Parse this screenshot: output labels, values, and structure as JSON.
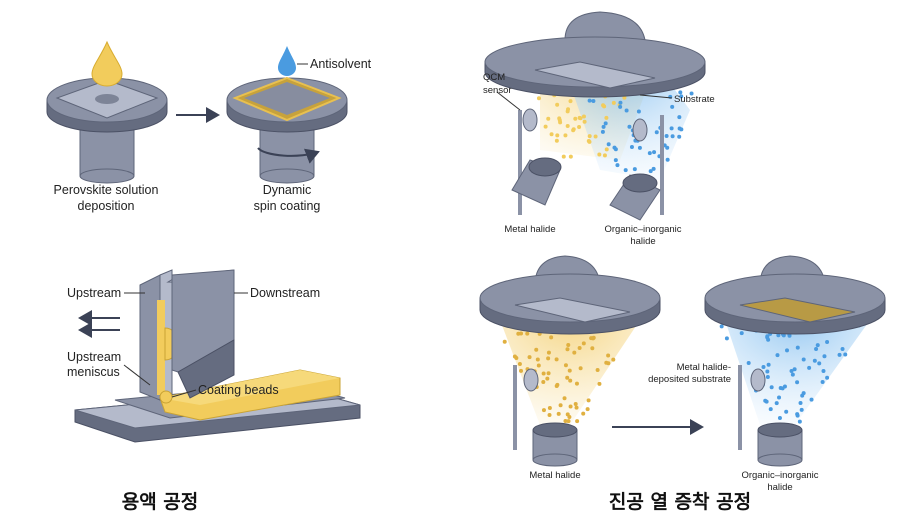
{
  "solution_process": {
    "title": "용액 공정",
    "spin_coating": {
      "step1_label_line1": "Perovskite solution",
      "step1_label_line2": "deposition",
      "antisolvent_label": "Antisolvent",
      "step2_label_line1": "Dynamic",
      "step2_label_line2": "spin coating"
    },
    "slot_die": {
      "upstream": "Upstream",
      "downstream": "Downstream",
      "meniscus_line1": "Upstream",
      "meniscus_line2": "meniscus",
      "coating_beads": "Coating beads"
    }
  },
  "vacuum_process": {
    "title": "진공 열 증착 공정",
    "coevaporation": {
      "qcm_line1": "QCM",
      "qcm_line2": "sensor",
      "substrate": "Substrate",
      "metal_halide": "Metal halide",
      "organic_line1": "Organic–inorganic",
      "organic_line2": "halide"
    },
    "sequential": {
      "metal_halide": "Metal halide",
      "deposited_line1": "Metal halide-",
      "deposited_line2": "deposited substrate",
      "organic_line1": "Organic–inorganic",
      "organic_line2": "halide"
    }
  },
  "colors": {
    "metal": "#8b92a6",
    "perovskite": "#f2cc5c",
    "antisolvent": "#4a9be0"
  }
}
